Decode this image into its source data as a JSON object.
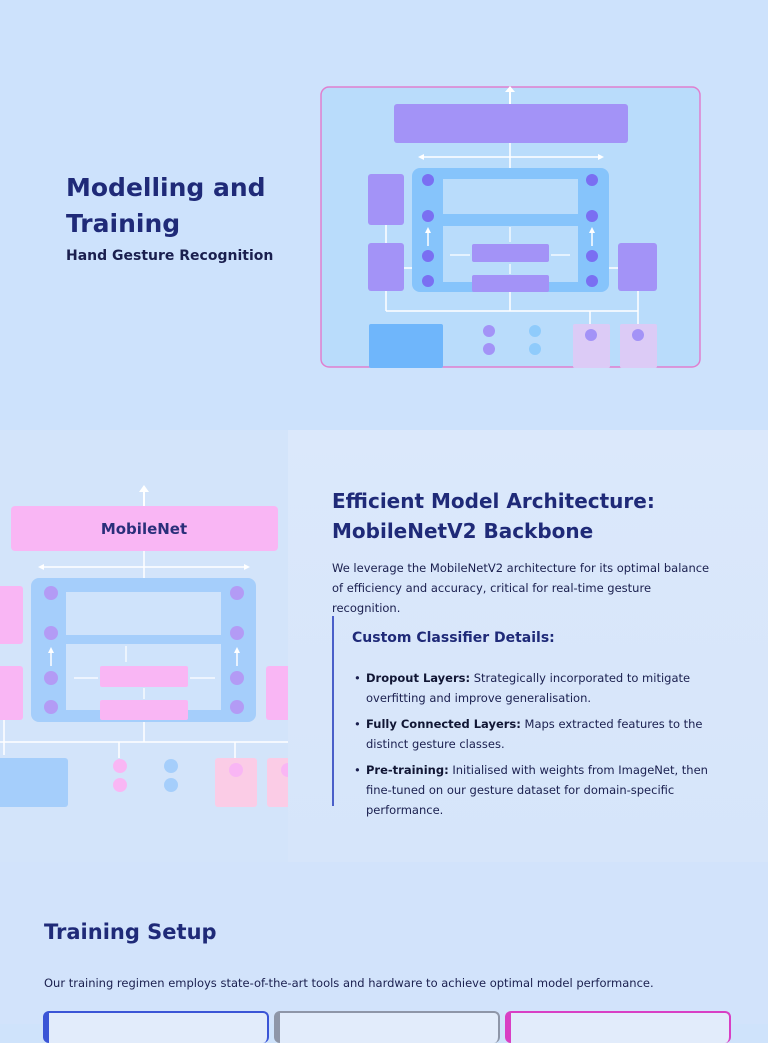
{
  "hero": {
    "title": "Modelling and Training",
    "subtitle": "Hand Gesture Recognition"
  },
  "architecture": {
    "diagram_label": "MobileNet",
    "title": "Efficient Model Architecture: MobileNetV2 Backbone",
    "intro": "We leverage the MobileNetV2 architecture for its optimal balance of efficiency and accuracy, critical for real-time gesture recognition.",
    "classifier_heading": "Custom Classifier Details:",
    "items": [
      {
        "term": "Dropout Layers:",
        "text": " Strategically incorporated to mitigate overfitting and improve generalisation."
      },
      {
        "term": "Fully Connected Layers:",
        "text": " Maps extracted features to the distinct gesture classes."
      },
      {
        "term": "Pre-training:",
        "text": " Initialised with weights from ImageNet, then fine-tuned on our gesture dataset for domain-specific performance."
      }
    ]
  },
  "training": {
    "title": "Training Setup",
    "intro": "Our training regimen employs state-of-the-art tools and hardware to achieve optimal model performance."
  },
  "colors": {
    "accent_blue": "#3b55d6",
    "accent_gray": "#8e96a8",
    "accent_pink": "#d83fc4",
    "diagram_purple": "#a393f7",
    "diagram_pink": "#f9b6f4",
    "diagram_blue": "#86c4fb"
  }
}
